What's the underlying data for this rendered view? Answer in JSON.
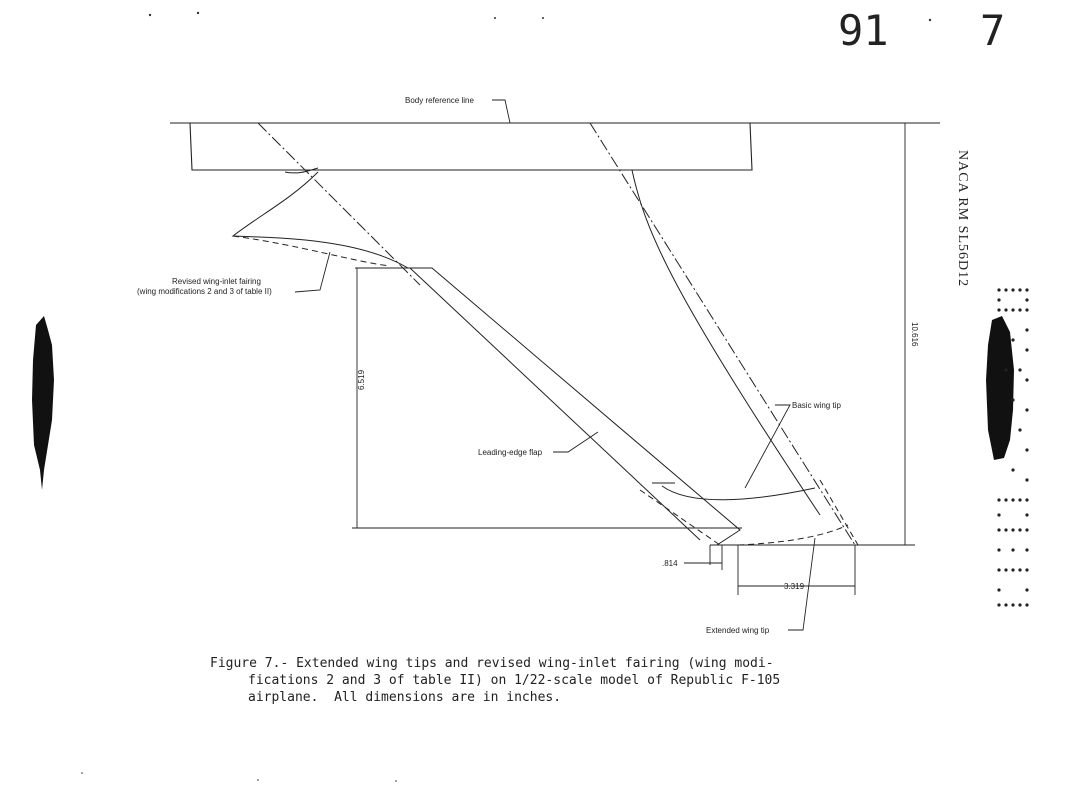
{
  "header": {
    "stamp_number": "91",
    "stamp_digit": "7",
    "report_id": "NACA RM SL56D12"
  },
  "diagram": {
    "labels": {
      "body_reference_line": "Body reference line",
      "revised_fairing_line1": "Revised wing-inlet fairing",
      "revised_fairing_line2": "(wing modifications 2 and 3 of table II)",
      "basic_wing_tip": "Basic wing tip",
      "leading_edge_flap": "Leading-edge flap",
      "extended_wing_tip": "Extended wing tip"
    },
    "dimensions": {
      "span_height": "10.616",
      "flap_height": "6.519",
      "tip_offset": ".814",
      "tip_extension": "3.319"
    }
  },
  "caption": {
    "line1": "Figure 7.- Extended wing tips and revised wing-inlet fairing (wing modi-",
    "line2": "fications 2 and 3 of table II) on 1/22-scale model of Republic F-105",
    "line3": "airplane.  All dimensions are in inches."
  }
}
